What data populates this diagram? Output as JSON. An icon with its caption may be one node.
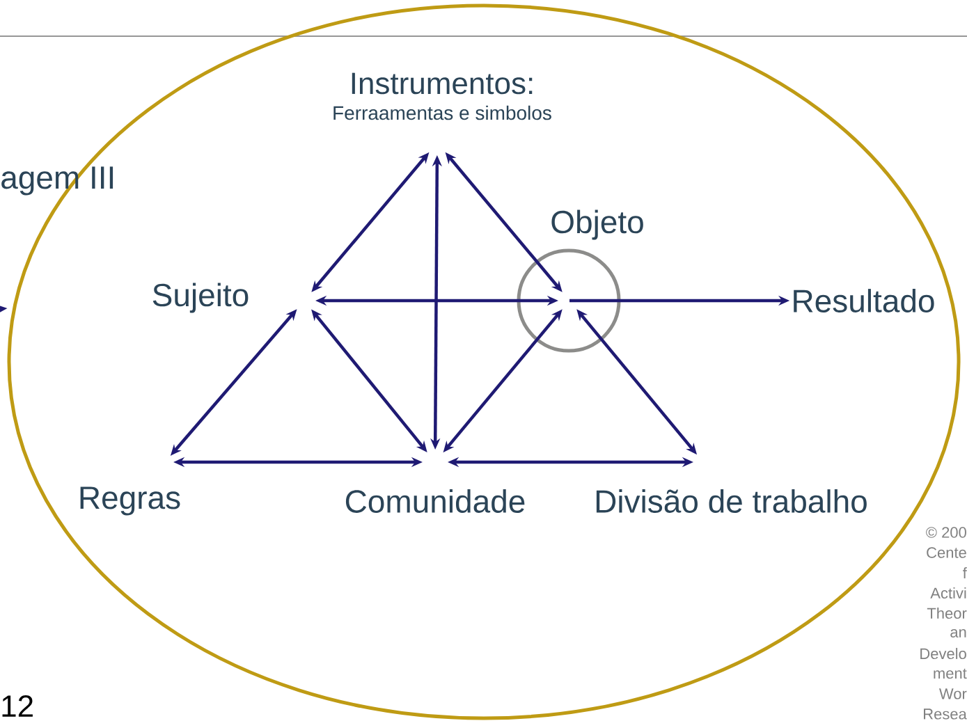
{
  "diagram": {
    "nodes": [
      {
        "text": [],
        "shape": "ellipse"
      },
      {
        "text": [
          "Instrumentos:",
          "Ferraamentas e simbolos"
        ],
        "in": 0
      },
      {
        "text": [
          "Sujeito"
        ],
        "in": 0
      },
      {
        "text": [
          "Objeto"
        ],
        "in": 0
      },
      {
        "text": [
          "Resultado"
        ],
        "in": 0
      },
      {
        "text": [
          "Regras"
        ],
        "in": 0
      },
      {
        "text": [
          "Comunidade"
        ],
        "in": 0
      },
      {
        "text": [
          "Divisão de trabalho"
        ],
        "in": 0
      }
    ],
    "edges": [
      {
        "from": 1,
        "to": 2,
        "arrow": "both"
      },
      {
        "from": 1,
        "to": 3,
        "arrow": "both"
      },
      {
        "from": 6,
        "to": 1,
        "arrow": "both"
      },
      {
        "from": 2,
        "to": 3,
        "arrow": "both"
      },
      {
        "from": 3,
        "to": 4,
        "arrow": "to"
      },
      {
        "from": 5,
        "to": 2,
        "arrow": "both"
      },
      {
        "from": 2,
        "to": 6,
        "arrow": "both"
      },
      {
        "from": 6,
        "to": 3,
        "arrow": "both"
      },
      {
        "from": 3,
        "to": 7,
        "arrow": "both"
      },
      {
        "from": 5,
        "to": 6,
        "arrow": "both"
      },
      {
        "from": 6,
        "to": 7,
        "arrow": "both"
      },
      {
        "from": null,
        "to": 0,
        "arrow": "to"
      }
    ],
    "labels": [
      "agem III",
      "© 200",
      "Cente",
      "f",
      "Activi",
      "Theor",
      "an",
      "Develo",
      "ment",
      "Wor",
      "Resea",
      "12"
    ]
  }
}
